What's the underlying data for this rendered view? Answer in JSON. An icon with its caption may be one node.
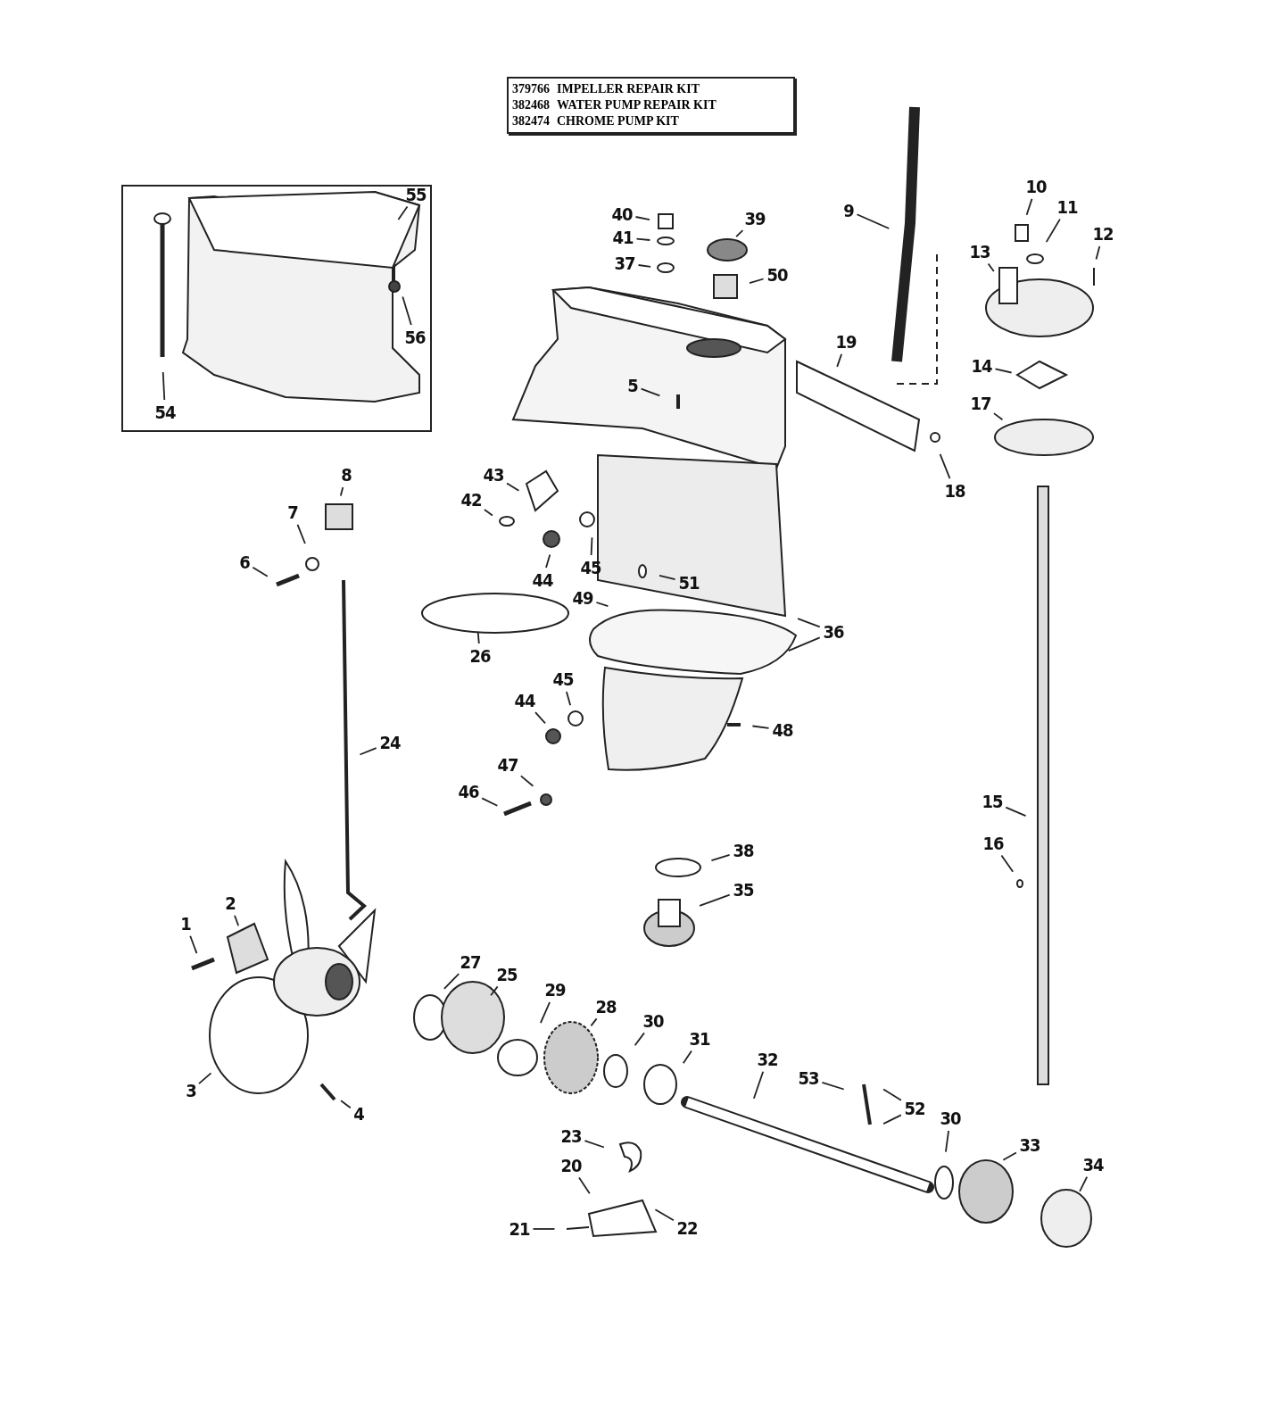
{
  "diagram": {
    "nodes": [
      {
        "text": [
          "1"
        ]
      },
      {
        "text": [
          "2"
        ]
      },
      {
        "text": [
          "3"
        ]
      },
      {
        "text": [
          "4"
        ]
      },
      {
        "text": [
          "5"
        ]
      },
      {
        "text": [
          "6"
        ]
      },
      {
        "text": [
          "7"
        ]
      },
      {
        "text": [
          "8"
        ]
      },
      {
        "text": [
          "9"
        ]
      },
      {
        "text": [
          "10"
        ]
      },
      {
        "text": [
          "11"
        ]
      },
      {
        "text": [
          "12"
        ]
      },
      {
        "text": [
          "13"
        ]
      },
      {
        "text": [
          "14"
        ]
      },
      {
        "text": [
          "15"
        ]
      },
      {
        "text": [
          "16"
        ]
      },
      {
        "text": [
          "17"
        ]
      },
      {
        "text": [
          "18"
        ]
      },
      {
        "text": [
          "19"
        ]
      },
      {
        "text": [
          "20"
        ]
      },
      {
        "text": [
          "21"
        ]
      },
      {
        "text": [
          "22"
        ]
      },
      {
        "text": [
          "23"
        ]
      },
      {
        "text": [
          "24"
        ]
      },
      {
        "text": [
          "25"
        ]
      },
      {
        "text": [
          "26"
        ]
      },
      {
        "text": [
          "27"
        ]
      },
      {
        "text": [
          "28"
        ]
      },
      {
        "text": [
          "29"
        ]
      },
      {
        "text": [
          "30"
        ]
      },
      {
        "text": [
          "30"
        ]
      },
      {
        "text": [
          "31"
        ]
      },
      {
        "text": [
          "32"
        ]
      },
      {
        "text": [
          "33"
        ]
      },
      {
        "text": [
          "34"
        ]
      },
      {
        "text": [
          "35"
        ]
      },
      {
        "text": [
          "36"
        ]
      },
      {
        "text": [
          "37"
        ]
      },
      {
        "text": [
          "38"
        ]
      },
      {
        "text": [
          "39"
        ]
      },
      {
        "text": [
          "40"
        ]
      },
      {
        "text": [
          "41"
        ]
      },
      {
        "text": [
          "42"
        ]
      },
      {
        "text": [
          "43"
        ]
      },
      {
        "text": [
          "44"
        ]
      },
      {
        "text": [
          "44"
        ]
      },
      {
        "text": [
          "45"
        ]
      },
      {
        "text": [
          "45"
        ]
      },
      {
        "text": [
          "46"
        ]
      },
      {
        "text": [
          "47"
        ]
      },
      {
        "text": [
          "48"
        ]
      },
      {
        "text": [
          "49"
        ]
      },
      {
        "text": [
          "50"
        ]
      },
      {
        "text": [
          "51"
        ]
      },
      {
        "text": [
          "52"
        ]
      },
      {
        "text": [
          "53"
        ]
      },
      {
        "text": [
          "54"
        ]
      },
      {
        "text": [
          "55"
        ]
      },
      {
        "text": [
          "56"
        ]
      }
    ],
    "edges": [
      {
        "from": 0,
        "to": null,
        "arrow": "none"
      },
      {
        "from": 1,
        "to": null,
        "arrow": "none"
      },
      {
        "from": 2,
        "to": null,
        "arrow": "none"
      },
      {
        "from": 3,
        "to": null,
        "arrow": "none"
      },
      {
        "from": 4,
        "to": null,
        "arrow": "none"
      },
      {
        "from": 5,
        "to": null,
        "arrow": "none"
      },
      {
        "from": 6,
        "to": null,
        "arrow": "none"
      },
      {
        "from": 7,
        "to": null,
        "arrow": "none"
      },
      {
        "from": 8,
        "to": null,
        "arrow": "none"
      },
      {
        "from": 9,
        "to": null,
        "arrow": "none"
      },
      {
        "from": 10,
        "to": null,
        "arrow": "none"
      },
      {
        "from": 11,
        "to": null,
        "arrow": "none"
      },
      {
        "from": 12,
        "to": null,
        "arrow": "none"
      },
      {
        "from": 13,
        "to": null,
        "arrow": "none"
      },
      {
        "from": 14,
        "to": null,
        "arrow": "none"
      },
      {
        "from": 15,
        "to": null,
        "arrow": "none"
      },
      {
        "from": 16,
        "to": null,
        "arrow": "none"
      },
      {
        "from": 17,
        "to": null,
        "arrow": "none"
      },
      {
        "from": 18,
        "to": null,
        "arrow": "none"
      },
      {
        "from": 19,
        "to": null,
        "arrow": "none"
      },
      {
        "from": 20,
        "to": null,
        "arrow": "none"
      },
      {
        "from": 21,
        "to": null,
        "arrow": "none"
      },
      {
        "from": 22,
        "to": null,
        "arrow": "none"
      },
      {
        "from": 23,
        "to": null,
        "arrow": "none"
      },
      {
        "from": 24,
        "to": null,
        "arrow": "none"
      },
      {
        "from": 25,
        "to": null,
        "arrow": "none"
      },
      {
        "from": 26,
        "to": null,
        "arrow": "none"
      },
      {
        "from": 27,
        "to": null,
        "arrow": "none"
      },
      {
        "from": 28,
        "to": null,
        "arrow": "none"
      },
      {
        "from": 29,
        "to": null,
        "arrow": "none"
      },
      {
        "from": 30,
        "to": null,
        "arrow": "none"
      },
      {
        "from": 31,
        "to": null,
        "arrow": "none"
      },
      {
        "from": 32,
        "to": null,
        "arrow": "none"
      },
      {
        "from": 33,
        "to": null,
        "arrow": "none"
      },
      {
        "from": 34,
        "to": null,
        "arrow": "none"
      },
      {
        "from": 35,
        "to": null,
        "arrow": "none"
      },
      {
        "from": 36,
        "to": null,
        "arrow": "none"
      },
      {
        "from": 37,
        "to": null,
        "arrow": "none"
      },
      {
        "from": 38,
        "to": null,
        "arrow": "none"
      },
      {
        "from": 39,
        "to": null,
        "arrow": "none"
      },
      {
        "from": 40,
        "to": null,
        "arrow": "none"
      },
      {
        "from": 41,
        "to": null,
        "arrow": "none"
      },
      {
        "from": 42,
        "to": null,
        "arrow": "none"
      },
      {
        "from": 43,
        "to": null,
        "arrow": "none"
      },
      {
        "from": 44,
        "to": null,
        "arrow": "none"
      },
      {
        "from": 45,
        "to": null,
        "arrow": "none"
      },
      {
        "from": 46,
        "to": null,
        "arrow": "none"
      },
      {
        "from": 47,
        "to": null,
        "arrow": "none"
      },
      {
        "from": 48,
        "to": null,
        "arrow": "none"
      },
      {
        "from": 49,
        "to": null,
        "arrow": "none"
      },
      {
        "from": 50,
        "to": null,
        "arrow": "none"
      },
      {
        "from": 51,
        "to": null,
        "arrow": "none"
      },
      {
        "from": 52,
        "to": null,
        "arrow": "none"
      },
      {
        "from": 53,
        "to": null,
        "arrow": "none"
      },
      {
        "from": 54,
        "to": null,
        "arrow": "none"
      },
      {
        "from": 55,
        "to": null,
        "arrow": "none"
      },
      {
        "from": 56,
        "to": null,
        "arrow": "none"
      },
      {
        "from": 57,
        "to": null,
        "arrow": "none"
      },
      {
        "from": 58,
        "to": null,
        "arrow": "none"
      },
      {
        "from": 36,
        "to": null,
        "arrow": "none"
      },
      {
        "from": 54,
        "to": null,
        "arrow": "none"
      }
    ],
    "labels": [
      "379766",
      "IMPELLER REPAIR KIT",
      "382468",
      "WATER PUMP REPAIR KIT",
      "382474",
      "CHROME PUMP KIT"
    ]
  }
}
